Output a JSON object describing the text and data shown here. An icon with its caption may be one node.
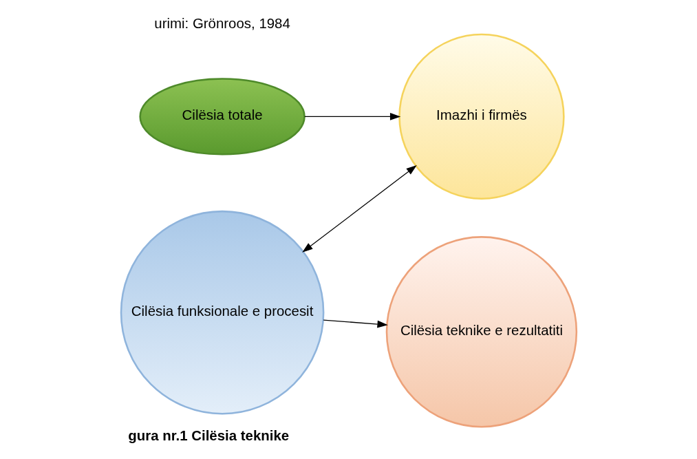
{
  "diagram": {
    "caption": "gura nr.1 Cilësia teknike",
    "nodes": [
      {
        "text": [
          "Cilësia totale"
        ]
      },
      {
        "text": [
          "Imazhi i firmës"
        ]
      },
      {
        "text": [
          "Cilësia funksionale e procesit"
        ]
      },
      {
        "text": [
          "Cilësia teknike e rezultatiti"
        ]
      }
    ],
    "edges": [
      {
        "from": 0,
        "to": 1,
        "arrow": "to"
      },
      {
        "from": 2,
        "to": 1,
        "arrow": "both"
      },
      {
        "from": 2,
        "to": 3,
        "arrow": "to"
      }
    ],
    "labels": [
      "urimi: Grönroos, 1984"
    ]
  }
}
